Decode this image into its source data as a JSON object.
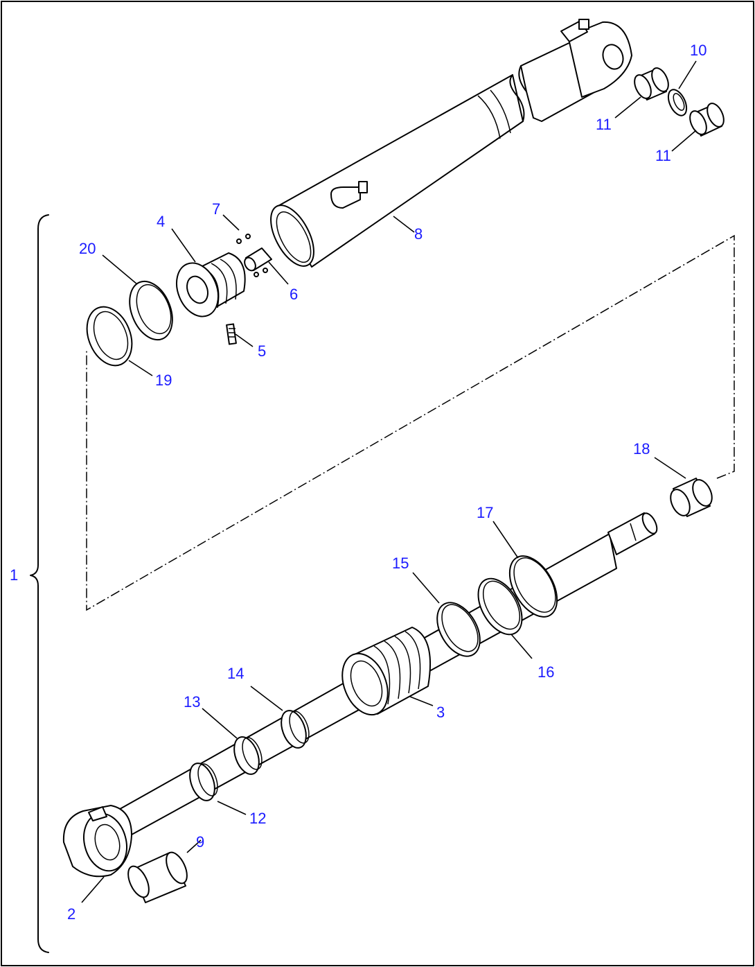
{
  "colors": {
    "callout": "#1a1aff",
    "line": "#000000",
    "background": "#ffffff"
  },
  "callouts": {
    "c1": "1",
    "c2": "2",
    "c3": "3",
    "c4": "4",
    "c5": "5",
    "c6": "6",
    "c7": "7",
    "c8": "8",
    "c9": "9",
    "c10": "10",
    "c11a": "11",
    "c11b": "11",
    "c12": "12",
    "c13": "13",
    "c14": "14",
    "c15": "15",
    "c16": "16",
    "c17": "17",
    "c18": "18",
    "c19": "19",
    "c20": "20"
  }
}
